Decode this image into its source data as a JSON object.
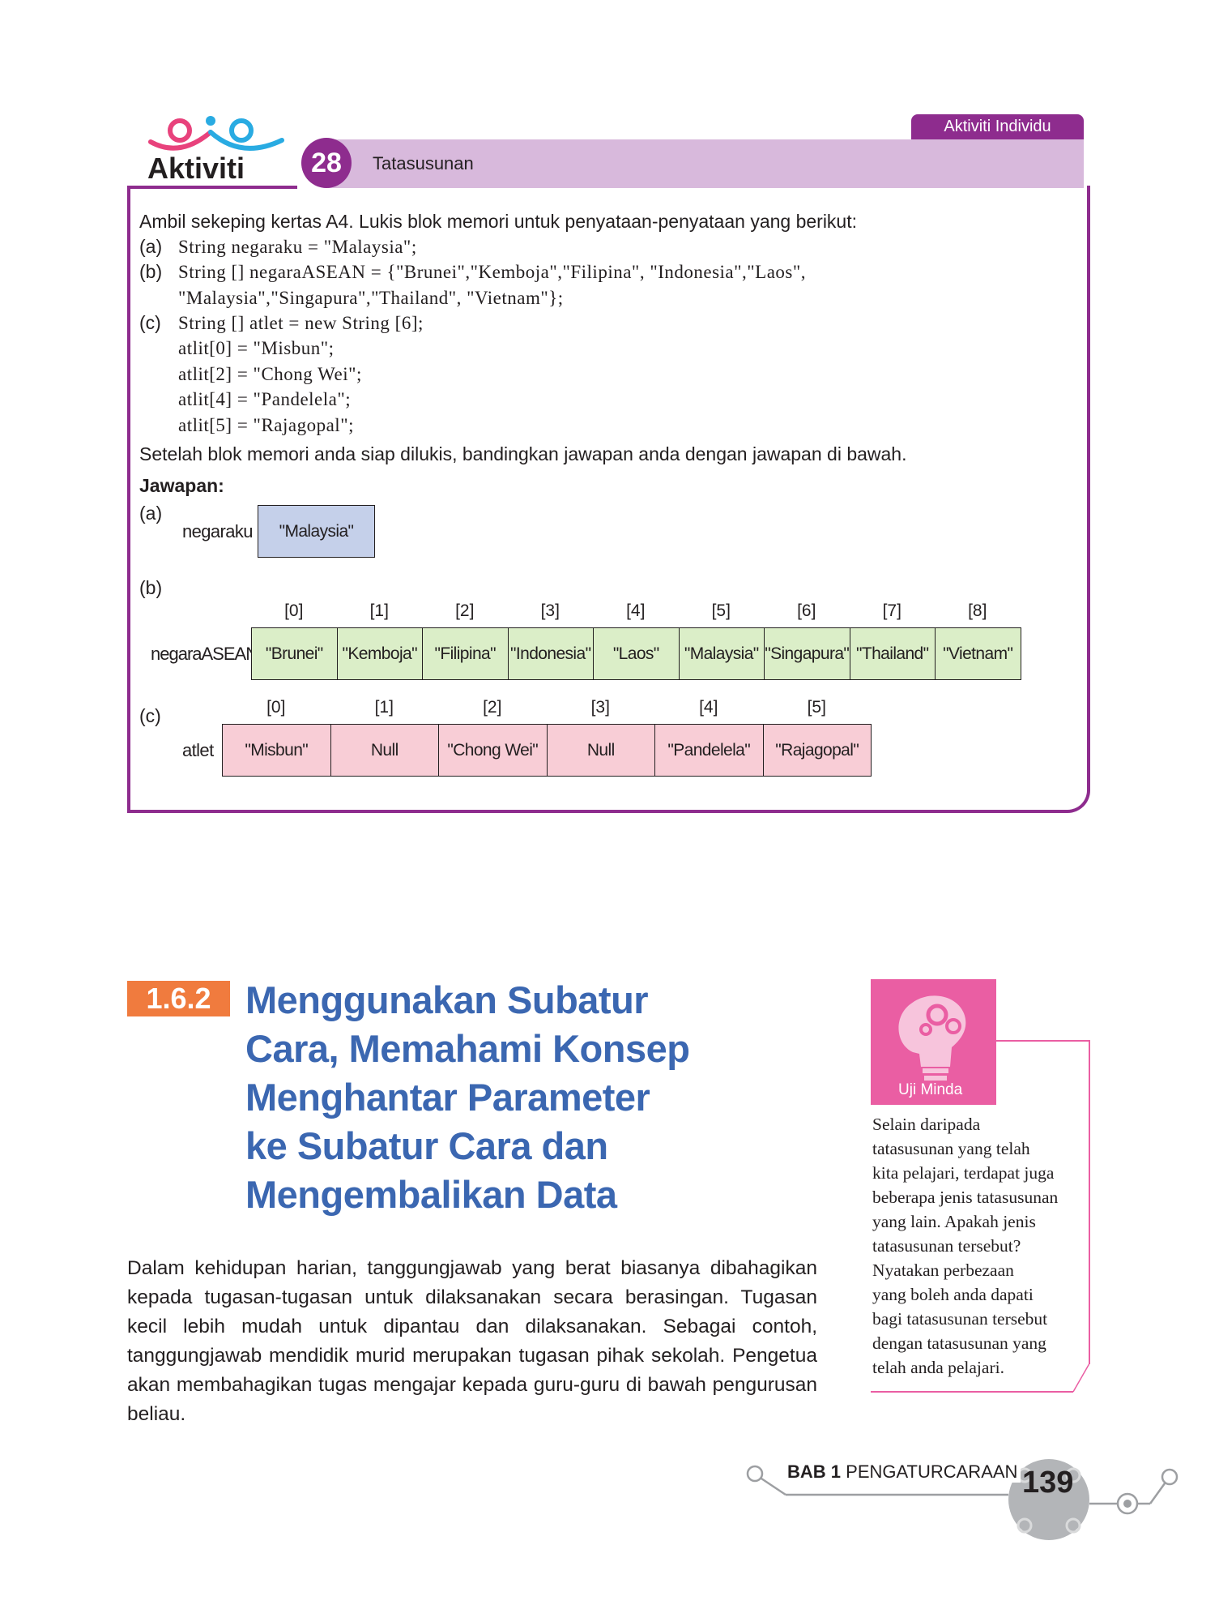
{
  "activity": {
    "logo_text": "Aktiviti",
    "number": "28",
    "title": "Tatasusunan",
    "type_tab": "Aktiviti Individu"
  },
  "instructions": {
    "intro": "Ambil sekeping kertas A4. Lukis blok memori untuk penyataan-penyataan yang berikut:",
    "labels": [
      "(a)",
      "(b)",
      "(c)"
    ],
    "code_a": "String negaraku = \"Malaysia\";",
    "code_b1": "String [] negaraASEAN = {\"Brunei\",\"Kemboja\",\"Filipina\", \"Indonesia\",\"Laos\",",
    "code_b2": "\"Malaysia\",\"Singapura\",\"Thailand\", \"Vietnam\"};",
    "code_c": [
      "String [] atlet = new String [6];",
      "atlit[0] = \"Misbun\";",
      "atlit[2] = \"Chong Wei\";",
      "atlit[4] = \"Pandelela\";",
      "atlit[5] = \"Rajagopal\";"
    ],
    "after": "Setelah blok memori anda siap dilukis, bandingkan jawapan anda dengan jawapan di bawah."
  },
  "answer": {
    "heading": "Jawapan:",
    "a": {
      "label": "(a)",
      "var": "negaraku",
      "value": "\"Malaysia\""
    },
    "b": {
      "label": "(b)",
      "var": "negaraASEAN",
      "indices": [
        "[0]",
        "[1]",
        "[2]",
        "[3]",
        "[4]",
        "[5]",
        "[6]",
        "[7]",
        "[8]"
      ],
      "values": [
        "\"Brunei\"",
        "\"Kemboja\"",
        "\"Filipina\"",
        "\"Indonesia\"",
        "\"Laos\"",
        "\"Malaysia\"",
        "\"Singapura\"",
        "\"Thailand\"",
        "\"Vietnam\""
      ]
    },
    "c": {
      "label": "(c)",
      "var": "atlet",
      "indices": [
        "[0]",
        "[1]",
        "[2]",
        "[3]",
        "[4]",
        "[5]"
      ],
      "values": [
        "\"Misbun\"",
        "Null",
        "\"Chong Wei\"",
        "Null",
        "\"Pandelela\"",
        "\"Rajagopal\""
      ]
    }
  },
  "section": {
    "number": "1.6.2",
    "title_lines": [
      "Menggunakan Subatur",
      "Cara, Memahami Konsep",
      "Menghantar Parameter",
      "ke Subatur Cara dan",
      "Mengembalikan Data"
    ],
    "paragraph": "Dalam kehidupan harian, tanggungjawab yang berat biasanya dibahagikan kepada tugasan-tugasan untuk dilaksanakan secara berasingan. Tugasan kecil lebih mudah untuk dipantau dan dilaksanakan. Sebagai contoh, tanggungjawab mendidik murid merupakan tugasan pihak sekolah. Pengetua akan membahagikan tugas mengajar kepada guru-guru di bawah pengurusan beliau."
  },
  "uji_minda": {
    "label": "Uji Minda",
    "lines": [
      "Selain daripada",
      "tatasusunan yang telah",
      "kita pelajari, terdapat juga",
      "beberapa jenis tatasusunan",
      "yang lain. Apakah jenis",
      "tatasusunan tersebut?",
      "Nyatakan perbezaan",
      "yang boleh anda dapati",
      "bagi tatasusunan tersebut",
      "dengan tatasusunan yang",
      "telah anda pelajari."
    ]
  },
  "footer": {
    "bab_bold": "BAB 1",
    "bab_text": "PENGATURCARAAN",
    "page": "139"
  },
  "colors": {
    "purple": "#8e2c8e",
    "lavender": "#d8b9dc",
    "blue_cell": "#c5d0ea",
    "green_cell": "#dbeec8",
    "pink_cell": "#f8cdd6",
    "section_orange": "#f07b3e",
    "title_blue": "#3b67b1",
    "uji_pink": "#ea5ea3"
  }
}
